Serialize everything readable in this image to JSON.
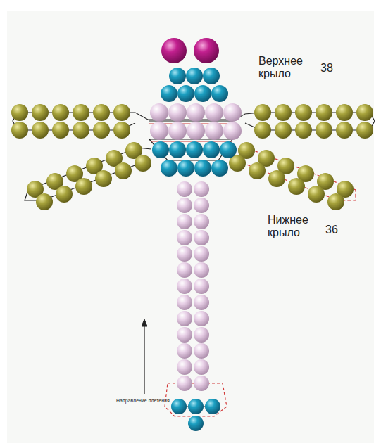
{
  "diagram": {
    "labels": [
      "Верхнее крыло",
      "38",
      "Нижнее крыло",
      "36",
      "Направление плетения."
    ]
  }
}
